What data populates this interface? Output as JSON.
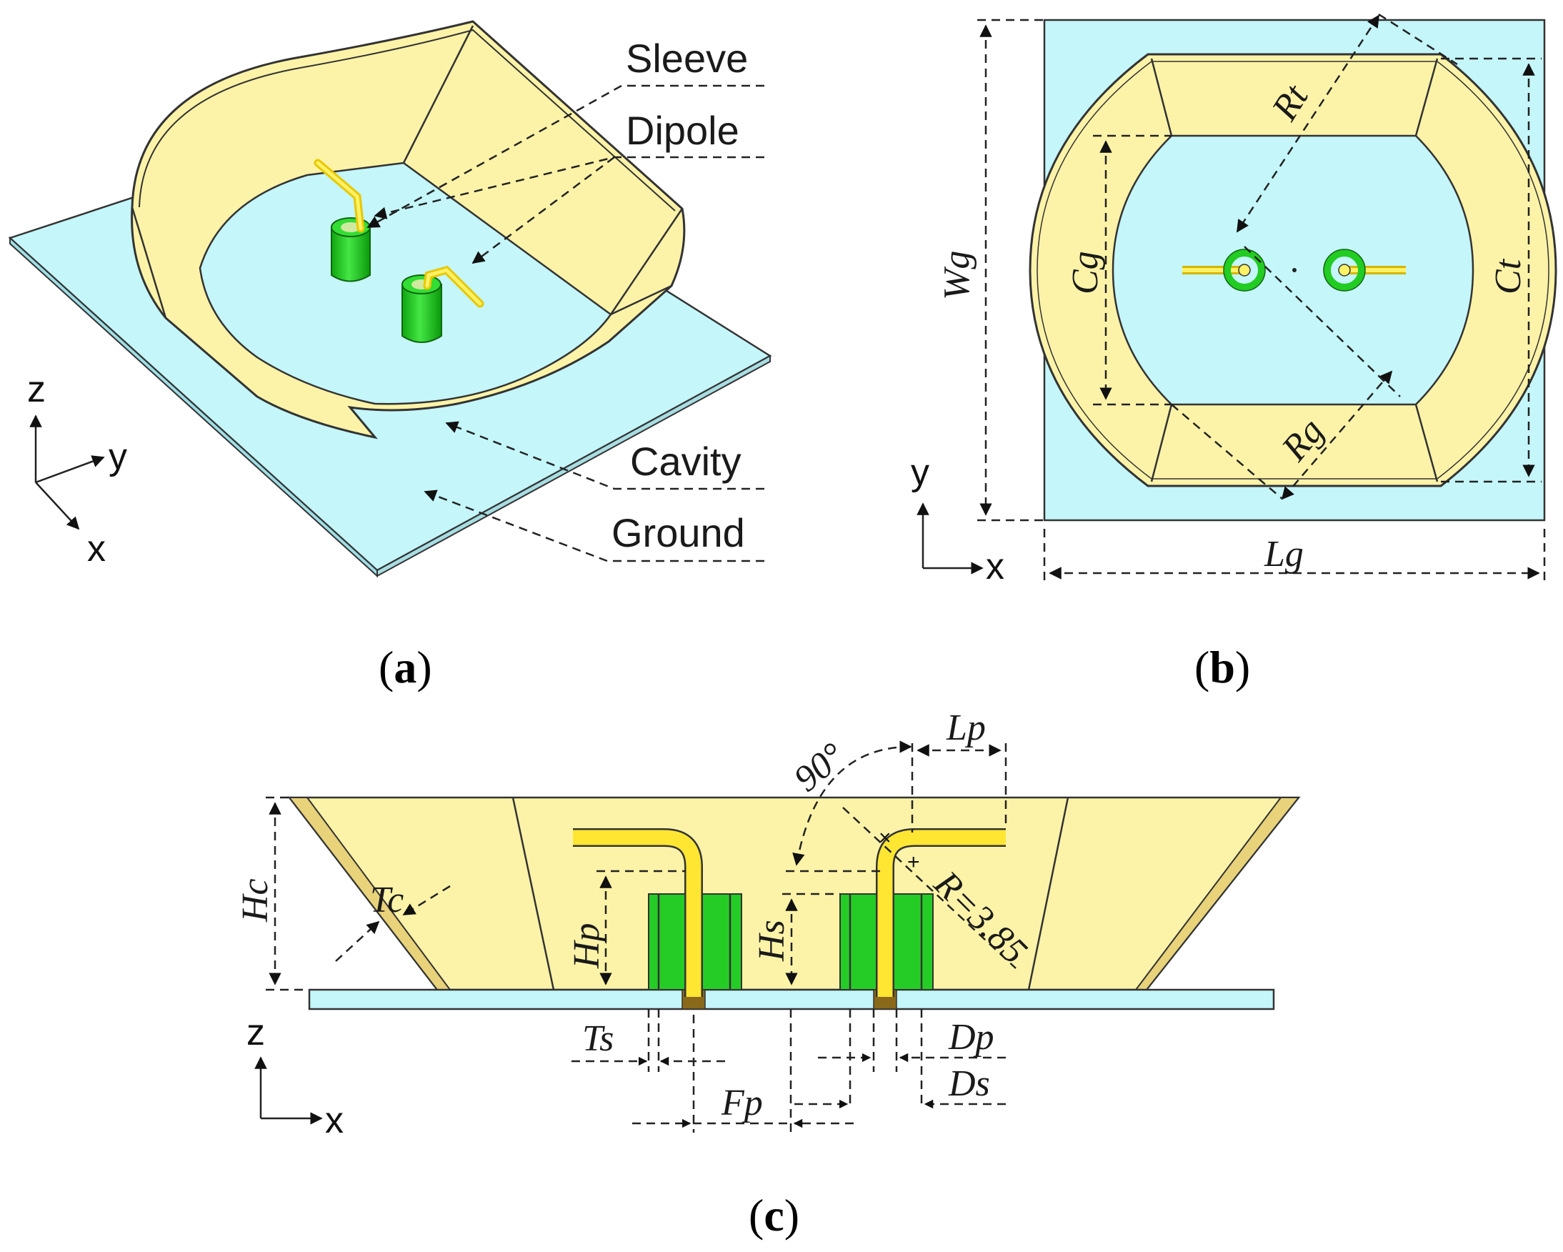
{
  "panel_a": {
    "caption_letter": "a",
    "labels": {
      "sleeve": "Sleeve",
      "dipole": "Dipole",
      "cavity": "Cavity",
      "ground": "Ground"
    },
    "axes": {
      "z": "z",
      "y": "y",
      "x": "x"
    }
  },
  "panel_b": {
    "caption_letter": "b",
    "dims": {
      "wg": "Wg",
      "lg": "Lg",
      "rt": "Rt",
      "rg": "Rg",
      "cg": "Cg",
      "ct": "Ct"
    },
    "axes": {
      "y": "y",
      "x": "x"
    }
  },
  "panel_c": {
    "caption_letter": "c",
    "dims": {
      "hc": "Hc",
      "tc": "Tc",
      "hp": "Hp",
      "hs": "Hs",
      "lp": "Lp",
      "angle": "90°",
      "radius": "R=3.85",
      "ts": "Ts",
      "fp": "Fp",
      "dp": "Dp",
      "ds": "Ds"
    },
    "axes": {
      "z": "z",
      "x": "x"
    }
  },
  "colors": {
    "ground": "#c4f6fa",
    "cavity": "#fdf3a8",
    "cavity_shade": "#f4e38a",
    "sleeve": "#22cc22",
    "dipole": "#ffe633"
  }
}
